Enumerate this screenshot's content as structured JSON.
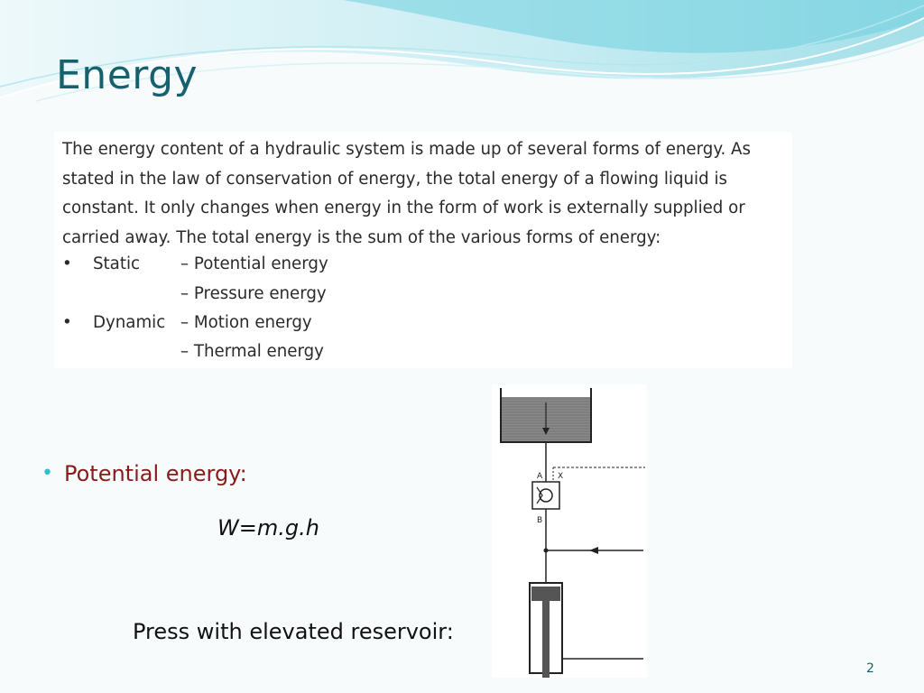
{
  "slide": {
    "title": "Energy",
    "page_number": "2"
  },
  "text_box": {
    "paragraph": "The energy content of a hydraulic system is made up of several forms of energy. As stated in the law of conservation of energy, the total energy of a flowing liquid is constant. It only changes when energy in the form of work is externally supplied or carried away. The total energy is the sum of the various forms of energy:",
    "bullet_char": "•",
    "items": [
      {
        "bullet": "•",
        "category": "Static",
        "form": "– Potential energy"
      },
      {
        "bullet": "",
        "category": "",
        "form": "– Pressure energy"
      },
      {
        "bullet": "•",
        "category": "Dynamic",
        "form": "– Motion energy"
      },
      {
        "bullet": "",
        "category": "",
        "form": "– Thermal energy"
      }
    ]
  },
  "main": {
    "bullet": "•",
    "bullet_text": "Potential energy:",
    "formula": "W=m.g.h",
    "caption": "Press with elevated reservoir:"
  },
  "diagram": {
    "port_a": "A",
    "port_b": "B",
    "port_x": "X"
  },
  "colors": {
    "title": "#17616e",
    "bullet_text": "#8b1a1a",
    "bullet_dot": "#2fbfd0",
    "wave_light": "#c9eef3",
    "wave_mid": "#7fd3e0"
  }
}
